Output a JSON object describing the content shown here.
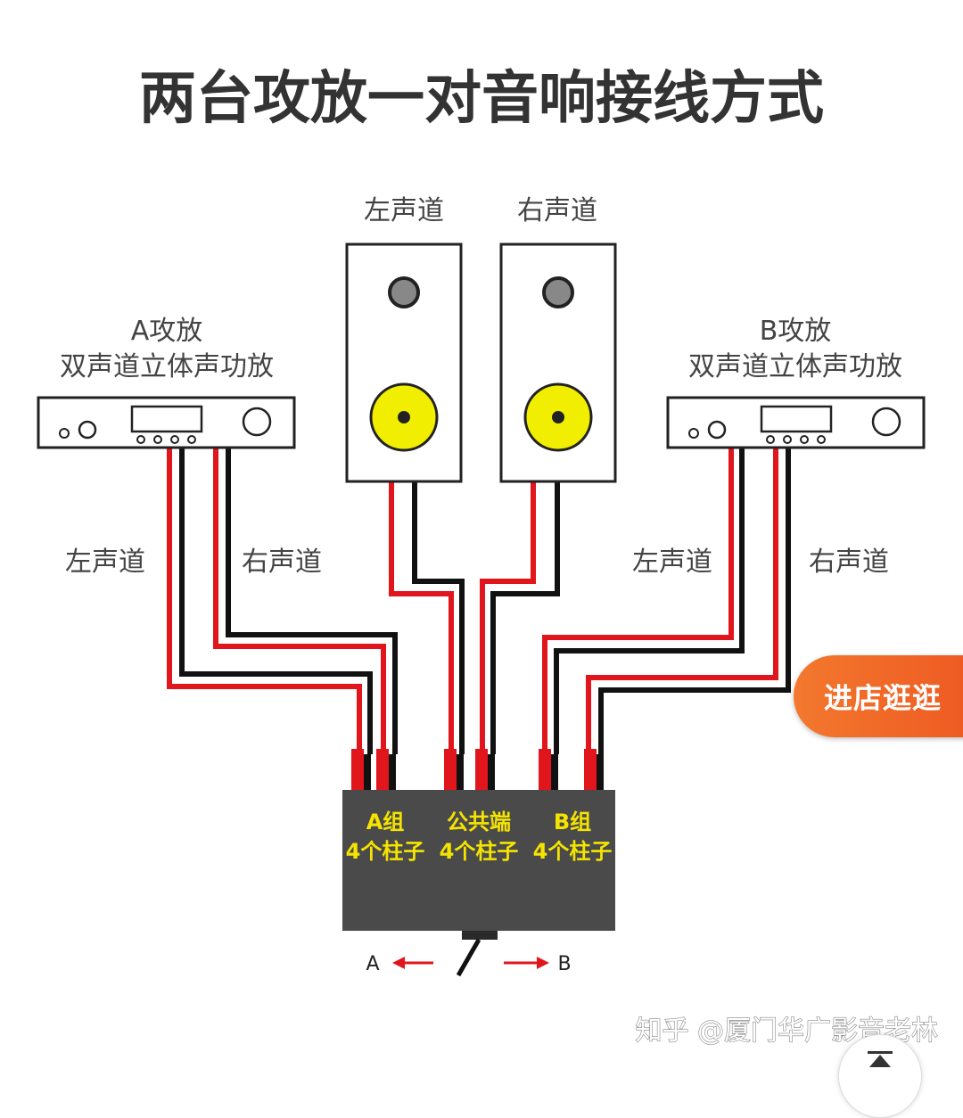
{
  "title": "两台攻放一对音响接线方式",
  "speakers": {
    "left_label": "左声道",
    "right_label": "右声道"
  },
  "amp_a": {
    "name": "A攻放",
    "desc": "双声道立体声功放",
    "left_label": "左声道",
    "right_label": "右声道"
  },
  "amp_b": {
    "name": "B攻放",
    "desc": "双声道立体声功放",
    "left_label": "左声道",
    "right_label": "右声道"
  },
  "switch_box": {
    "group_a_line1": "A组",
    "group_a_line2": "4个柱子",
    "common_line1": "公共端",
    "common_line2": "4个柱子",
    "group_b_line1": "B组",
    "group_b_line2": "4个柱子",
    "arrow_a": "A",
    "arrow_b": "B"
  },
  "colors": {
    "wire_red": "#e0161c",
    "wire_black": "#111111",
    "woofer": "#f2ee00",
    "box": "#4a4a4a",
    "box_text": "#f5e400",
    "badge": "#f0662a"
  },
  "shop_badge": "进店逛逛",
  "watermark": "知乎 @厦门华广影音老林",
  "icons": {
    "scroll_top": "arrow-up-icon"
  }
}
